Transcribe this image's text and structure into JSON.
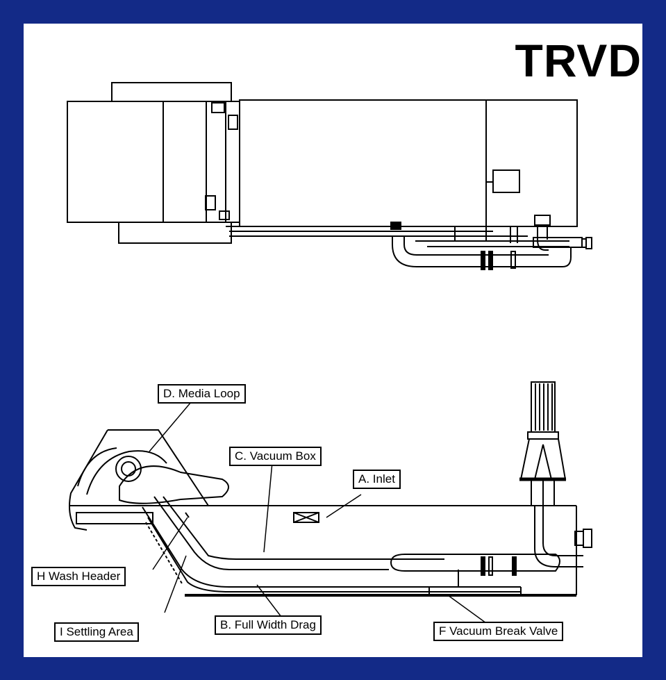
{
  "title": "TRVD",
  "colors": {
    "border": "#132a87",
    "panel": "#ffffff",
    "ink": "#000000"
  },
  "labels": {
    "media_loop": "D. Media Loop",
    "vacuum_box": "C. Vacuum Box",
    "inlet": "A. Inlet",
    "wash_header": "H Wash Header",
    "settling_area": "I Settling Area",
    "full_width_drag": "B. Full Width Drag",
    "vacuum_break_valve": "F Vacuum Break Valve"
  }
}
